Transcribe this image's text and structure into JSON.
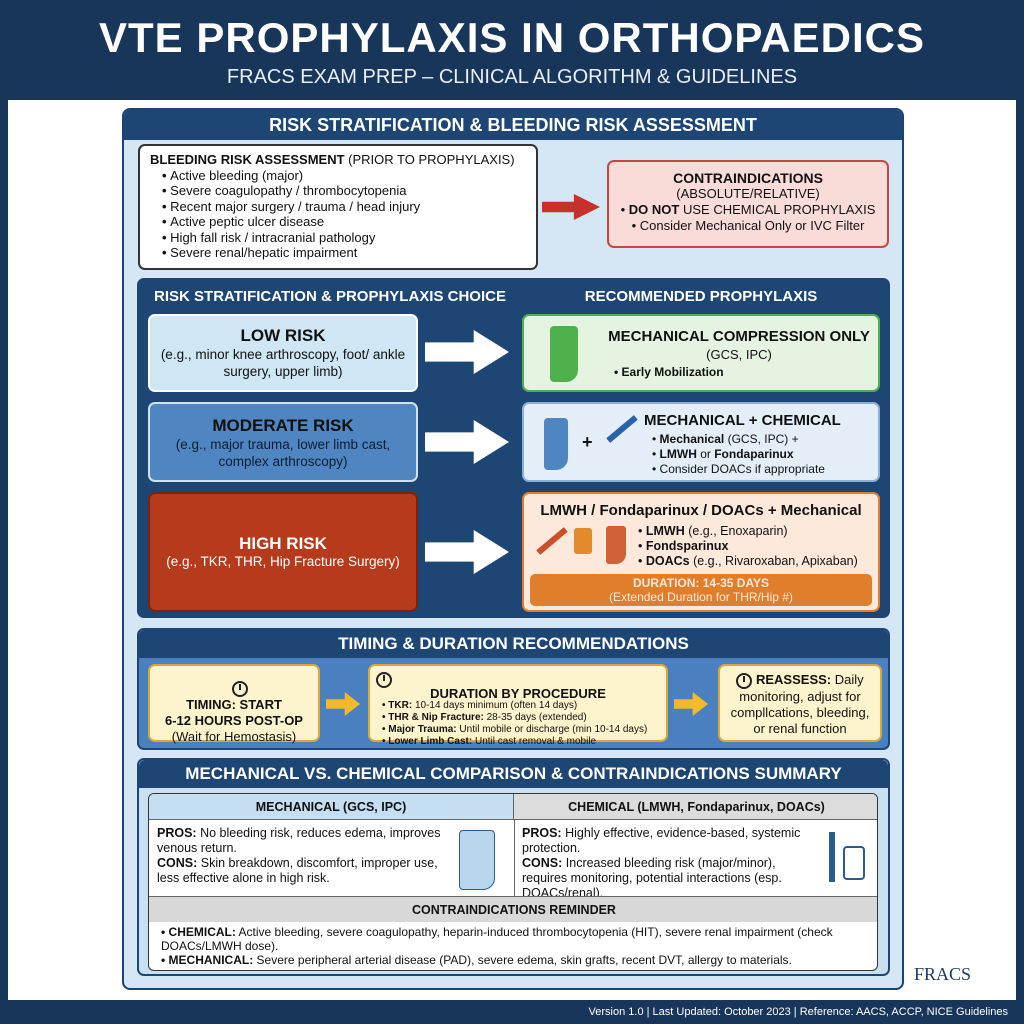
{
  "header": {
    "title": "VTE PROPHYLAXIS IN ORTHOPAEDICS",
    "subtitle": "FRACS EXAM PREP – CLINICAL ALGORITHM & GUIDELINES"
  },
  "risk_section": {
    "title": "RISK STRATIFICATION & BLEEDING RISK ASSESSMENT",
    "bleeding": {
      "title_bold": "BLEEDING RISK ASSESSMENT",
      "title_rest": " (PRIOR TO PROPHYLAXIS)",
      "items": [
        "Active bleeding (major)",
        "Severe coagulopathy / thrombocytopenia",
        "Recent major surgery / trauma / head injury",
        "Active peptic ulcer disease",
        "High fall risk / intracranial pathology",
        "Severe renal/hepatic impairment"
      ]
    },
    "contra": {
      "title": "CONTRAINDICATIONS",
      "subtitle": "(ABSOLUTE/RELATIVE)",
      "item1_bold": "DO NOT",
      "item1_rest": " USE CHEMICAL PROPHYLAXIS",
      "item2": "Consider Mechanical Only or IVC Filter"
    }
  },
  "choice": {
    "left_title": "RISK STRATIFICATION & PROPHYLAXIS CHOICE",
    "right_title": "RECOMMENDED PROPHYLAXIS",
    "low": {
      "title": "LOW RISK",
      "desc": "(e.g., minor knee arthroscopy, foot/ ankle surgery, upper limb)",
      "rec_title": "MECHANICAL COMPRESSION ONLY",
      "rec_sub": "(GCS, IPC)",
      "rec_item": "Early Mobilization"
    },
    "moderate": {
      "title": "MODERATE RISK",
      "desc": "(e.g., major trauma, lower limb cast, complex arthroscopy)",
      "rec_title": "MECHANICAL + CHEMICAL",
      "i1b": "Mechanical",
      "i1": " (GCS, IPC) +",
      "i2b": "LMWH",
      "i2": " or ",
      "i2c": "Fondaparinux",
      "i3": "Consider DOACs if appropriate"
    },
    "high": {
      "title": "HIGH RISK",
      "desc": "(e.g., TKR, THR, Hip Fracture Surgery)",
      "rec_title": "LMWH / Fondaparinux / DOACs + Mechanical",
      "i1b": "LMWH",
      "i1": " (e.g., Enoxaparin)",
      "i2b": "Fondsparinux",
      "i3b": "DOACs",
      "i3": " (e.g., Rivaroxaban, Apixaban)",
      "duration": "DURATION: 14-35 DAYS",
      "duration_sub": "(Extended Duration for THR/Hip #)"
    }
  },
  "timing": {
    "title": "TIMING & DURATION RECOMMENDATIONS",
    "start": {
      "l1": "TIMING: START",
      "l2": "6-12 HOURS POST-OP",
      "l3": "(Wait for Hemostasis)"
    },
    "duration": {
      "title": "DURATION BY PROCEDURE",
      "items": [
        {
          "b": "TKR:",
          "t": " 10-14 days minimum (often 14 days)"
        },
        {
          "b": "THR & Nip Fracture:",
          "t": " 28-35 days (extended)"
        },
        {
          "b": "Major Trauma:",
          "t": " Until mobile or discharge (min 10-14 days)"
        },
        {
          "b": "Lower Limb Cast:",
          "t": " Until cast removal & mobile"
        }
      ]
    },
    "reassess": {
      "b": "REASSESS:",
      "t": " Daily monitoring, adjust for compllcations, bleeding, or renal function"
    }
  },
  "comparison": {
    "title": "MECHANICAL VS. CHEMICAL COMPARISON & CONTRAINDICATIONS SUMMARY",
    "mech": {
      "head": "MECHANICAL (GCS, IPC)",
      "pros": "No bleeding risk, reduces edema, improves venous return.",
      "cons": "Skin breakdown, discomfort, improper use, less effective alone in high risk."
    },
    "chem": {
      "head": "CHEMICAL (LMWH, Fondaparinux, DOACs)",
      "pros": "Highly effective, evidence-based, systemic protection.",
      "cons": "Increased bleeding risk (major/minor), requires monitoring, potential interactions (esp. DOACs/renal)."
    },
    "pros_label": "PROS:",
    "cons_label": "CONS:",
    "reminder": {
      "title": "CONTRAINDICATIONS REMINDER",
      "chem_b": "CHEMICAL:",
      "chem": " Active bleeding, severe coagulopathy, heparin-induced thrombocytopenia (HIT), severe renal impairment (check DOACs/LMWH dose).",
      "mech_b": "MECHANICAL:",
      "mech": " Severe peripheral arterial disease (PAD), severe edema, skin grafts, recent DVT, allergy to materials."
    }
  },
  "logo": "FRACS",
  "footer": "Version 1.0 | Last Updated: October 2023 | Reference: AACS, ACCP, NICE Guidelines",
  "colors": {
    "navy": "#17365a",
    "low": "#cfe6f5",
    "moderate": "#4f86c2",
    "high": "#b63a1c",
    "green": "#4db04a",
    "orange": "#e07e2c"
  }
}
